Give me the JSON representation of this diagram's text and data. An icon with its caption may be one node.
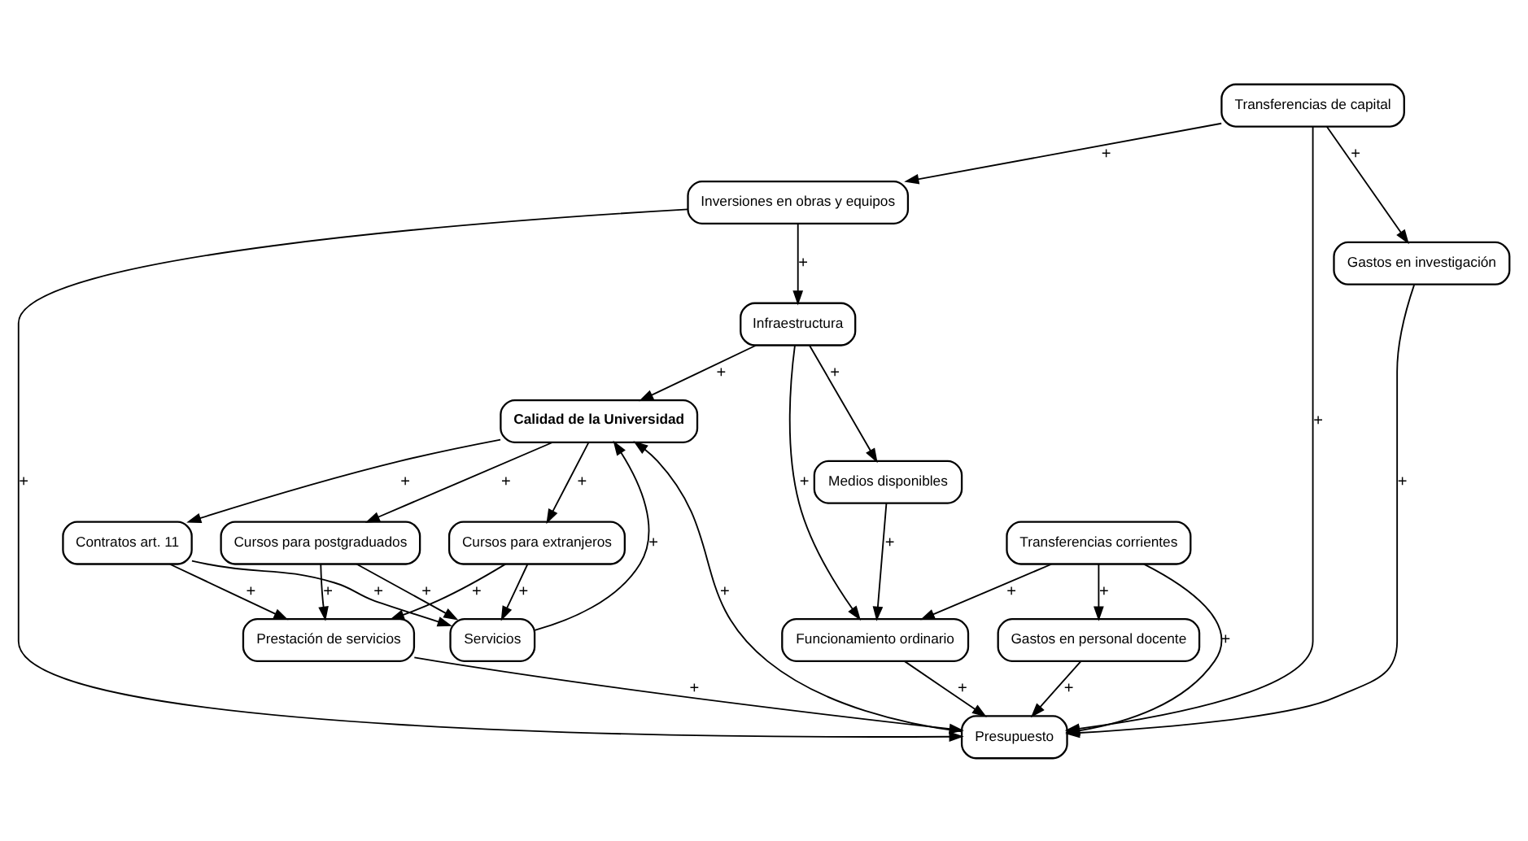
{
  "diagram": {
    "nodes": [
      {
        "text": [
          "Calidad de la Universidad"
        ]
      },
      {
        "text": [
          "Cursos para extranjeros"
        ]
      },
      {
        "text": [
          "Servicios"
        ]
      },
      {
        "text": [
          "Contratos art. 11"
        ]
      },
      {
        "text": [
          "Cursos para postgraduados"
        ]
      },
      {
        "text": [
          "Prestación de servicios"
        ]
      },
      {
        "text": [
          "Presupuesto"
        ]
      },
      {
        "text": [
          "Medios disponibles"
        ]
      },
      {
        "text": [
          "Infraestructura"
        ]
      },
      {
        "text": [
          "Funcionamiento ordinario"
        ]
      },
      {
        "text": [
          "Gastos en personal docente"
        ]
      },
      {
        "text": [
          "Transferencias corrientes"
        ]
      },
      {
        "text": [
          "Transferencias de capital"
        ]
      },
      {
        "text": [
          "Inversiones en obras y equipos"
        ]
      },
      {
        "text": [
          "Gastos en investigación"
        ]
      }
    ],
    "edges": [
      {
        "from": 0,
        "to": 1,
        "arrow": "to",
        "label": "+"
      },
      {
        "from": 0,
        "to": 3,
        "arrow": "to",
        "label": "+"
      },
      {
        "from": 0,
        "to": 4,
        "arrow": "to",
        "label": "+"
      },
      {
        "from": 2,
        "to": 0,
        "arrow": "to",
        "label": "+"
      },
      {
        "from": 6,
        "to": 0,
        "arrow": "to",
        "label": "+"
      },
      {
        "from": 8,
        "to": 0,
        "arrow": "to",
        "label": "+"
      },
      {
        "from": 1,
        "to": 2,
        "arrow": "to",
        "label": "+"
      },
      {
        "from": 1,
        "to": 5,
        "arrow": "to",
        "label": "+"
      },
      {
        "from": 3,
        "to": 2,
        "arrow": "to",
        "label": "+"
      },
      {
        "from": 3,
        "to": 5,
        "arrow": "to",
        "label": "+"
      },
      {
        "from": 4,
        "to": 2,
        "arrow": "to",
        "label": "+"
      },
      {
        "from": 4,
        "to": 5,
        "arrow": "to",
        "label": "+"
      },
      {
        "from": 5,
        "to": 6,
        "arrow": "to",
        "label": "+"
      },
      {
        "from": 8,
        "to": 7,
        "arrow": "to",
        "label": "+"
      },
      {
        "from": 7,
        "to": 9,
        "arrow": "to",
        "label": "+"
      },
      {
        "from": 8,
        "to": 9,
        "arrow": "to",
        "label": "+"
      },
      {
        "from": 9,
        "to": 6,
        "arrow": "to",
        "label": "+"
      },
      {
        "from": 10,
        "to": 6,
        "arrow": "to",
        "label": "+"
      },
      {
        "from": 14,
        "to": 6,
        "arrow": "to",
        "label": "+"
      },
      {
        "from": 11,
        "to": 6,
        "arrow": "to",
        "label": "+"
      },
      {
        "from": 12,
        "to": 6,
        "arrow": "to",
        "label": "+"
      },
      {
        "from": 13,
        "to": 6,
        "arrow": "to",
        "label": "+"
      },
      {
        "from": 13,
        "to": 8,
        "arrow": "to",
        "label": "+"
      },
      {
        "from": 12,
        "to": 13,
        "arrow": "to",
        "label": "+"
      },
      {
        "from": 12,
        "to": 14,
        "arrow": "to",
        "label": "+"
      },
      {
        "from": 11,
        "to": 9,
        "arrow": "to",
        "label": "+"
      },
      {
        "from": 11,
        "to": 10,
        "arrow": "to",
        "label": "+"
      }
    ]
  }
}
